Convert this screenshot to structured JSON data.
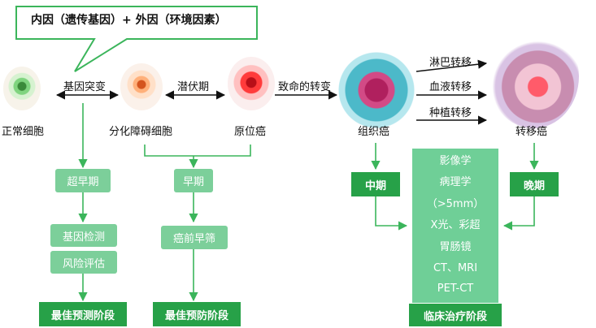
{
  "callout": {
    "text": "内因（遗传基因）+ 外因（环境因素）"
  },
  "stages": {
    "normal": "正常细胞",
    "dysplasia": "分化障碍细胞",
    "in_situ": "原位癌",
    "tissue": "组织癌",
    "metastatic": "转移癌"
  },
  "transitions": {
    "mutation": "基因突变",
    "latency": "潜伏期",
    "fatal": "致命的转变",
    "lymph": "淋巴转移",
    "blood": "血液转移",
    "implant": "种植转移"
  },
  "periods": {
    "ultra_early": "超早期",
    "early": "早期",
    "middle": "中期",
    "late": "晚期"
  },
  "actions": {
    "gene_test": "基因检测",
    "risk_assess": "风险评估",
    "precancer_screen": "癌前早筛"
  },
  "phases": {
    "best_detect": "最佳预测阶段",
    "best_prevent": "最佳预防阶段",
    "clinical": "临床治疗阶段"
  },
  "clinical_methods": [
    "影像学",
    "病理学",
    "（>5mm）",
    "X光、彩超",
    "胃肠镜",
    "CT、MRI",
    "PET-CT"
  ],
  "colors": {
    "dark_green": "#27a148",
    "light_green": "#7ccf9a",
    "clinic_green": "#6fcf97",
    "arrow_green": "#3bb55b"
  }
}
